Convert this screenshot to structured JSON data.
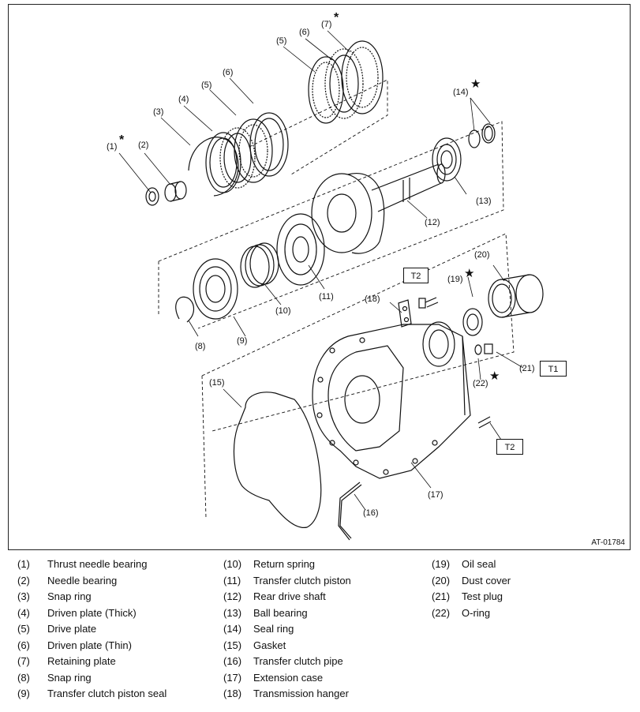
{
  "figure_id": "AT-01784",
  "torque_labels": {
    "t1": "T1",
    "t2": "T2"
  },
  "marks": {
    "star": "★",
    "asterisk": "*"
  },
  "callouts": {
    "c1": "(1)",
    "c2": "(2)",
    "c3": "(3)",
    "c4": "(4)",
    "c5a": "(5)",
    "c5b": "(5)",
    "c6a": "(6)",
    "c6b": "(6)",
    "c7": "(7)",
    "c8": "(8)",
    "c9": "(9)",
    "c10": "(10)",
    "c11": "(11)",
    "c12": "(12)",
    "c13": "(13)",
    "c14": "(14)",
    "c15": "(15)",
    "c16": "(16)",
    "c17": "(17)",
    "c18": "(18)",
    "c19": "(19)",
    "c20": "(20)",
    "c21": "(21)",
    "c22": "(22)"
  },
  "legend": {
    "col1": [
      {
        "num": "(1)",
        "name": "Thrust needle bearing"
      },
      {
        "num": "(2)",
        "name": "Needle bearing"
      },
      {
        "num": "(3)",
        "name": "Snap ring"
      },
      {
        "num": "(4)",
        "name": "Driven plate (Thick)"
      },
      {
        "num": "(5)",
        "name": "Drive plate"
      },
      {
        "num": "(6)",
        "name": "Driven plate (Thin)"
      },
      {
        "num": "(7)",
        "name": "Retaining plate"
      },
      {
        "num": "(8)",
        "name": "Snap ring"
      },
      {
        "num": "(9)",
        "name": "Transfer clutch piston seal"
      }
    ],
    "col2": [
      {
        "num": "(10)",
        "name": "Return spring"
      },
      {
        "num": "(11)",
        "name": "Transfer clutch piston"
      },
      {
        "num": "(12)",
        "name": "Rear drive shaft"
      },
      {
        "num": "(13)",
        "name": "Ball bearing"
      },
      {
        "num": "(14)",
        "name": "Seal ring"
      },
      {
        "num": "(15)",
        "name": "Gasket"
      },
      {
        "num": "(16)",
        "name": "Transfer clutch pipe"
      },
      {
        "num": "(17)",
        "name": "Extension case"
      },
      {
        "num": "(18)",
        "name": "Transmission hanger"
      }
    ],
    "col3": [
      {
        "num": "(19)",
        "name": "Oil seal"
      },
      {
        "num": "(20)",
        "name": "Dust cover"
      },
      {
        "num": "(21)",
        "name": "Test plug"
      },
      {
        "num": "(22)",
        "name": "O-ring"
      }
    ]
  }
}
